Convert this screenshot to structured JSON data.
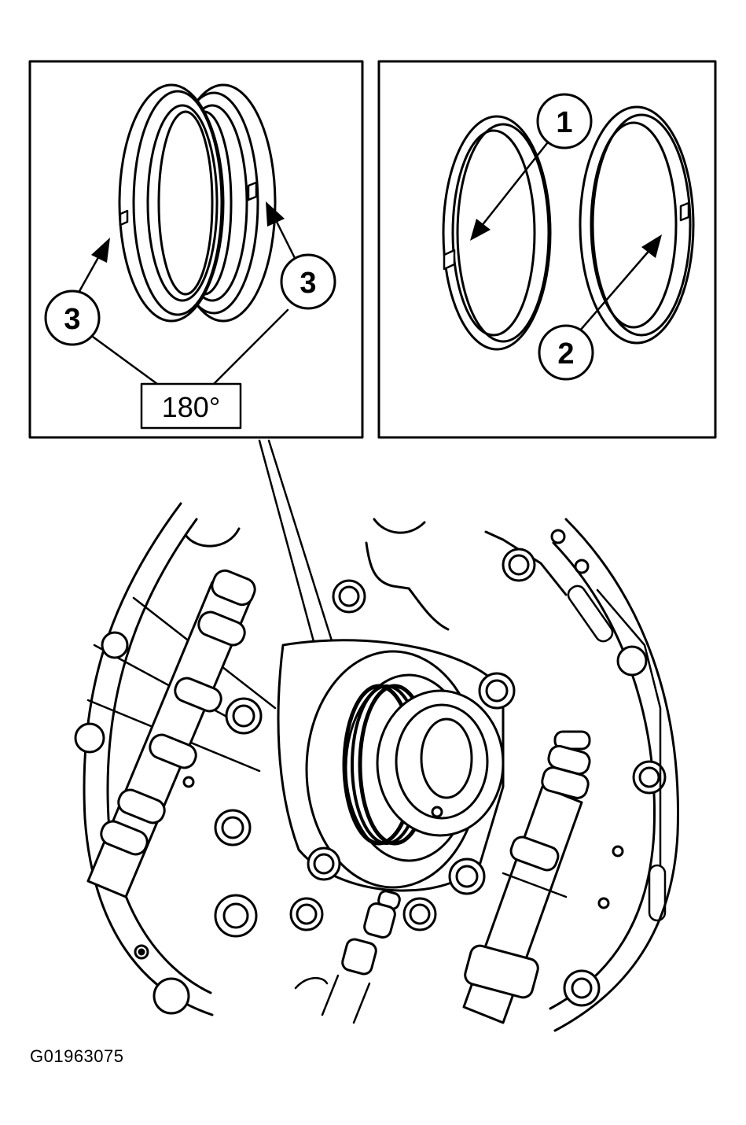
{
  "callouts": {
    "left_lower": "3",
    "left_upper": "3",
    "right_top": "1",
    "right_bottom": "2"
  },
  "angle_label": "180°",
  "figure_id": "G01963075"
}
